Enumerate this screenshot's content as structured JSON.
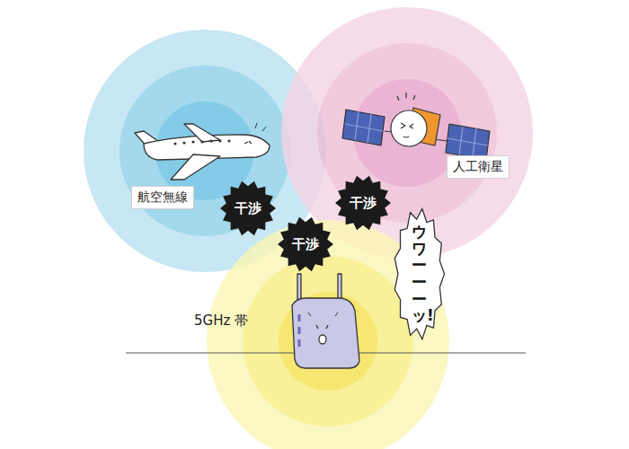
{
  "diagram": {
    "nodes": [
      {
        "text": [
          "人工衛星"
        ]
      },
      {
        "text": [
          "航空無線"
        ]
      },
      {
        "text": [
          "干渉"
        ]
      },
      {
        "text": [
          "干渉"
        ]
      },
      {
        "text": [
          "干渉"
        ]
      },
      {
        "text": [
          "ウワーーーッ!"
        ]
      },
      {
        "text": [
          "5GHz 帯"
        ]
      }
    ]
  }
}
